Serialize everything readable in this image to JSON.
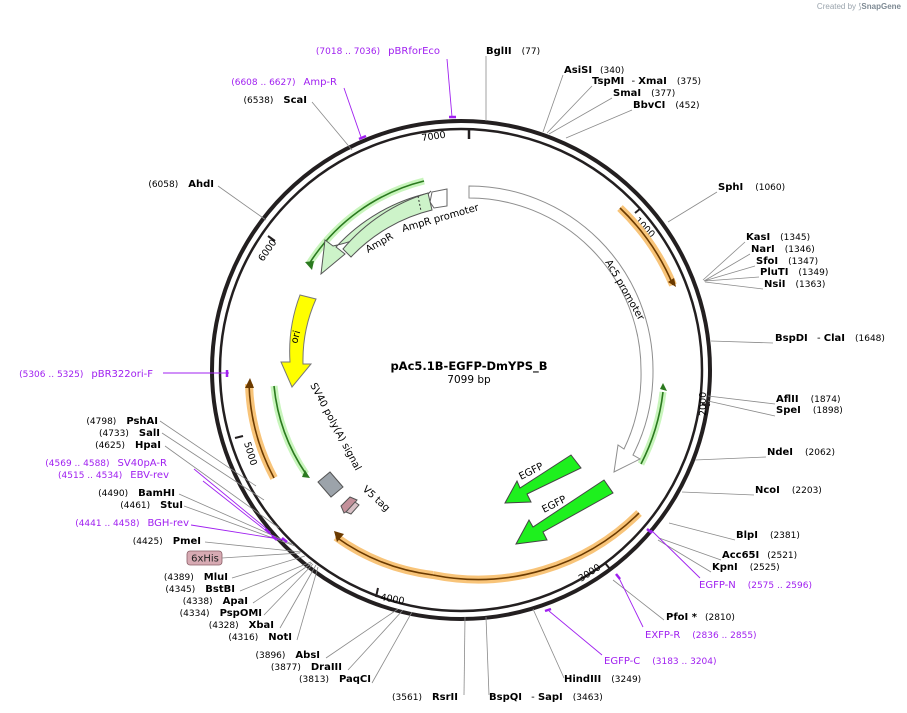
{
  "credit": {
    "prefix": "Created by",
    "brand": "SnapGene"
  },
  "plasmid": {
    "name": "pAc5.1B-EGFP-DmYPS_B",
    "size_label": "7099 bp"
  },
  "colors": {
    "backbone": "#231f20",
    "primer": "#a020f0",
    "orange_feature": "#f4a53a",
    "green_light": "#c8f5bc",
    "ampr_arrow": "#cdf3c9",
    "egfp": "#1ef01e",
    "ori": "#ffff00",
    "sv40": "#9ca3aa",
    "v5": "#c3909a",
    "his_tag": "#d7aab3"
  },
  "ruler_ticks": [
    "1000",
    "2000",
    "3000",
    "4000",
    "5000",
    "6000",
    "7000"
  ],
  "features": [
    {
      "name": "Ac5 promoter",
      "kind": "promoter"
    },
    {
      "name": "AmpR promoter",
      "kind": "promoter"
    },
    {
      "name": "AmpR",
      "kind": "cds"
    },
    {
      "name": "ori",
      "kind": "rep_origin"
    },
    {
      "name": "SV40 poly(A) signal",
      "kind": "polyA"
    },
    {
      "name": "V5 tag",
      "kind": "tag"
    },
    {
      "name": "EGFP",
      "kind": "cds"
    },
    {
      "name": "EGFP",
      "kind": "cds"
    }
  ],
  "enzymes": [
    {
      "name": "BglII",
      "pos": "(77)"
    },
    {
      "name": "AsiSI",
      "pos": "(340)"
    },
    {
      "name": "TspMI",
      "name2": "XmaI",
      "pos": "(375)"
    },
    {
      "name": "SmaI",
      "pos": "(377)"
    },
    {
      "name": "BbvCI",
      "pos": "(452)"
    },
    {
      "name": "SphI",
      "pos": "(1060)"
    },
    {
      "name": "KasI",
      "pos": "(1345)"
    },
    {
      "name": "NarI",
      "pos": "(1346)"
    },
    {
      "name": "SfoI",
      "pos": "(1347)"
    },
    {
      "name": "PluTI",
      "pos": "(1349)"
    },
    {
      "name": "NsiI",
      "pos": "(1363)"
    },
    {
      "name": "BspDI",
      "name2": "ClaI",
      "pos": "(1648)"
    },
    {
      "name": "AflII",
      "pos": "(1874)"
    },
    {
      "name": "SpeI",
      "pos": "(1898)"
    },
    {
      "name": "NdeI",
      "pos": "(2062)"
    },
    {
      "name": "NcoI",
      "pos": "(2203)"
    },
    {
      "name": "BlpI",
      "pos": "(2381)"
    },
    {
      "name": "Acc65I",
      "pos": "(2521)"
    },
    {
      "name": "KpnI",
      "pos": "(2525)"
    },
    {
      "name": "PfoI *",
      "pos": "(2810)"
    },
    {
      "name": "HindIII",
      "pos": "(3249)"
    },
    {
      "name": "BspQI",
      "name2": "SapI",
      "pos": "(3463)"
    },
    {
      "name": "RsrII",
      "pos": "(3561)"
    },
    {
      "name": "PaqCI",
      "pos": "(3813)"
    },
    {
      "name": "DraIII",
      "pos": "(3877)"
    },
    {
      "name": "AbsI",
      "pos": "(3896)"
    },
    {
      "name": "NotI",
      "pos": "(4316)"
    },
    {
      "name": "XbaI",
      "pos": "(4328)"
    },
    {
      "name": "PspOMI",
      "pos": "(4334)"
    },
    {
      "name": "ApaI",
      "pos": "(4338)"
    },
    {
      "name": "BstBI",
      "pos": "(4345)"
    },
    {
      "name": "MluI",
      "pos": "(4389)"
    },
    {
      "name": "PmeI",
      "pos": "(4425)"
    },
    {
      "name": "StuI",
      "pos": "(4461)"
    },
    {
      "name": "BamHI",
      "pos": "(4490)"
    },
    {
      "name": "HpaI",
      "pos": "(4625)"
    },
    {
      "name": "SalI",
      "pos": "(4733)"
    },
    {
      "name": "PshAI",
      "pos": "(4798)"
    },
    {
      "name": "AhdI",
      "pos": "(6058)"
    },
    {
      "name": "ScaI",
      "pos": "(6538)"
    }
  ],
  "primers": [
    {
      "name": "pBRforEco",
      "range": "(7018 .. 7036)"
    },
    {
      "name": "Amp-R",
      "range": "(6608 .. 6627)"
    },
    {
      "name": "pBR322ori-F",
      "range": "(5306 .. 5325)"
    },
    {
      "name": "SV40pA-R",
      "range": "(4569 .. 4588)"
    },
    {
      "name": "EBV-rev",
      "range": "(4515 .. 4534)"
    },
    {
      "name": "BGH-rev",
      "range": "(4441 .. 4458)"
    },
    {
      "name": "EGFP-N",
      "range": "(2575 .. 2596)"
    },
    {
      "name": "EXFP-R",
      "range": "(2836 .. 2855)"
    },
    {
      "name": "EGFP-C",
      "range": "(3183 .. 3204)"
    }
  ],
  "tag_box": {
    "label": "6xHis"
  }
}
